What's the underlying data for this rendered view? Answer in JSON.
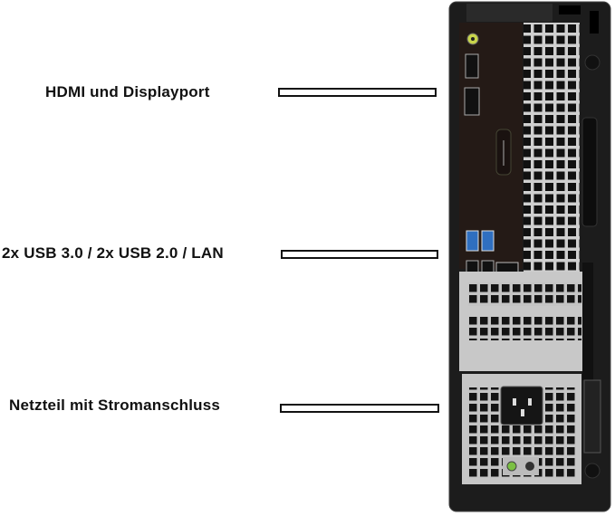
{
  "callouts": [
    {
      "label": "HDMI und Displayport"
    },
    {
      "label": "2x USB 3.0 / 2x USB 2.0 / LAN"
    },
    {
      "label": "Netzteil mit Stromanschluss"
    }
  ],
  "colors": {
    "chassis": "#1c1c1c",
    "io_panel": "#241a16",
    "metal": "#c9c9c9",
    "usb3": "#2f6fc0",
    "audio": "#c9d54a"
  }
}
